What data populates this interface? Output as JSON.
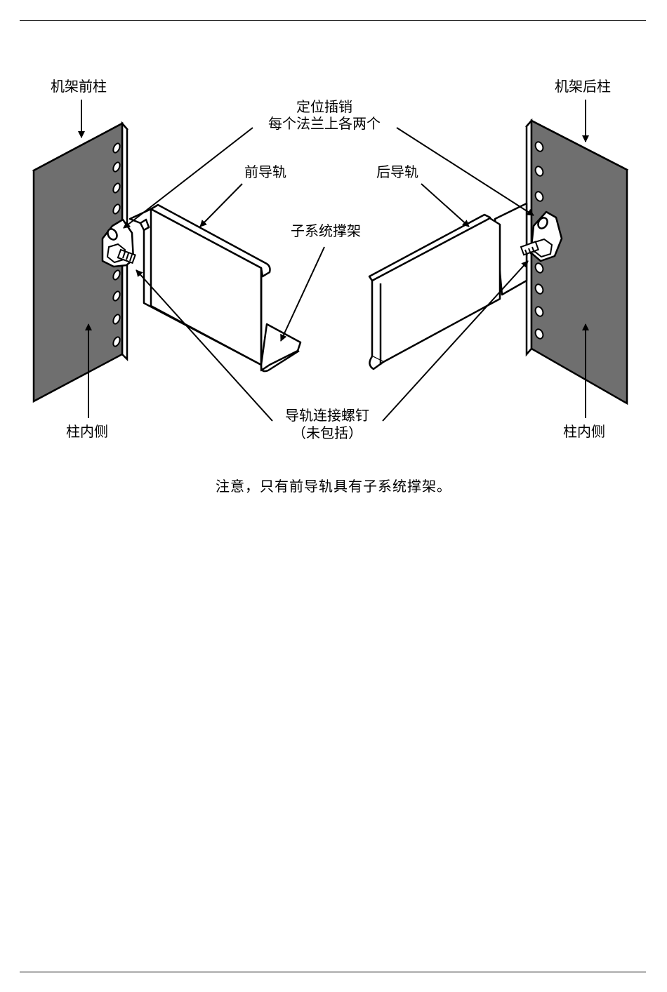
{
  "labels": {
    "front_post": "机架前柱",
    "rear_post": "机架后柱",
    "locating_pins_line1": "定位插销",
    "locating_pins_line2": "每个法兰上各两个",
    "front_rail": "前导轨",
    "rear_rail": "后导轨",
    "subsystem_bracket": "子系统撑架",
    "inner_side_left": "柱内侧",
    "inner_side_right": "柱内侧",
    "rail_screws_line1": "导轨连接螺钉",
    "rail_screws_line2": "（未包括）"
  },
  "caption": "注意，只有前导轨具有子系统撑架。",
  "colors": {
    "post_fill": "#6f6f6f",
    "line": "#000000",
    "background": "#ffffff"
  }
}
